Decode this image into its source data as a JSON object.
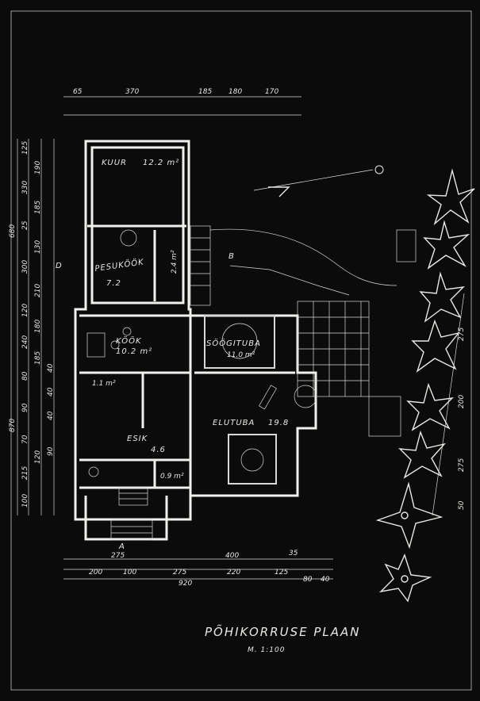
{
  "drawing": {
    "title": "PÕHIKORRUSE PLAAN",
    "scale": "M. 1:100"
  },
  "rooms": {
    "kuur": {
      "name": "KUUR",
      "area": "12.2 m²"
    },
    "pesukook": {
      "name": "PESUKÖÖK",
      "area": "7.2"
    },
    "small_store": {
      "area": "2.4 m²"
    },
    "kook": {
      "name": "KÖÖK",
      "area": "10.2 m²"
    },
    "soogituba": {
      "name": "SÖÖGITUBA",
      "area": "11.0 m²"
    },
    "elutuba": {
      "name": "ELUTUBA",
      "area": "19.8"
    },
    "esik": {
      "name": "ESIK",
      "area": "4.6"
    },
    "wc": {
      "area": "1.1 m²"
    },
    "closet": {
      "area": "0.9 m²"
    }
  },
  "markers": {
    "a": "A",
    "b": "B",
    "d": "D"
  },
  "dims_top": [
    "65",
    "370",
    "185",
    "180",
    "170"
  ],
  "dims_bottom_row1": [
    "275",
    "400",
    "35"
  ],
  "dims_bottom_row2": [
    "200",
    "100",
    "275",
    "220",
    "125",
    "80",
    "40"
  ],
  "dims_bottom_total": "920",
  "dims_left_outer": [
    "680",
    "870"
  ],
  "dims_left_col1": [
    "125",
    "330",
    "25",
    "300",
    "120",
    "240",
    "80",
    "90",
    "70",
    "215",
    "100"
  ],
  "dims_left_col2": [
    "190",
    "185",
    "130",
    "210",
    "180",
    "185",
    "40",
    "40",
    "40",
    "120",
    "90"
  ],
  "dims_right": [
    "275",
    "200",
    "275",
    "50"
  ]
}
